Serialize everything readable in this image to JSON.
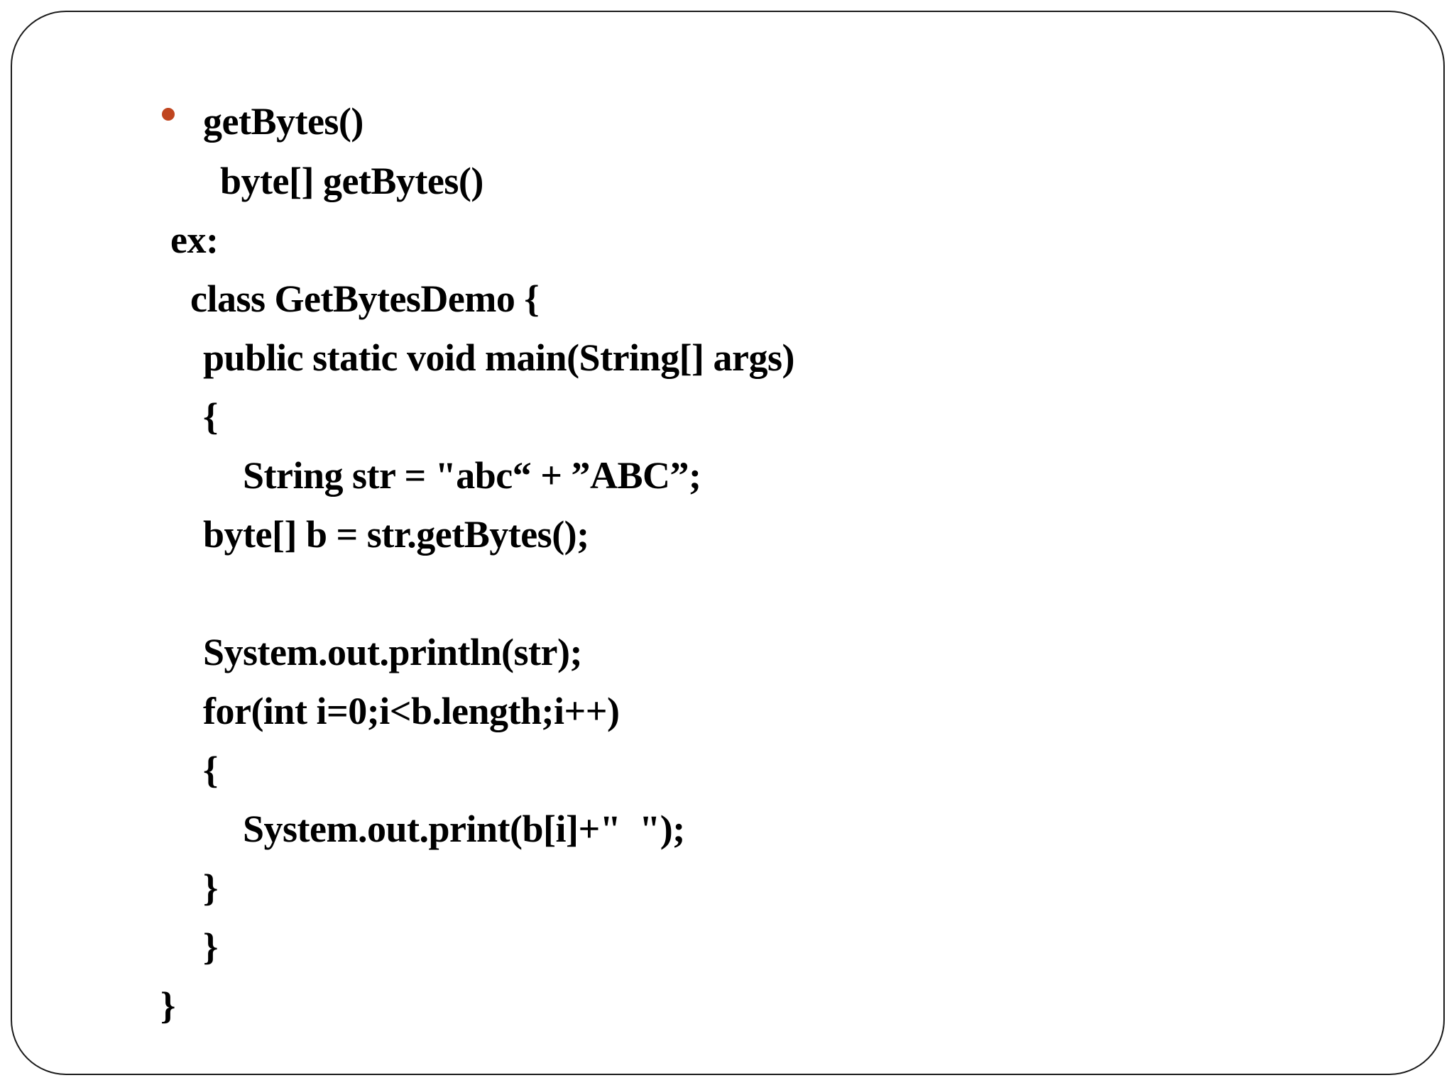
{
  "slide": {
    "bullet_color": "#c0451f",
    "text_color": "#000000",
    "lines": [
      "getBytes()",
      "byte[] getBytes()",
      "ex:",
      "class GetBytesDemo {",
      "public static void main(String[] args)",
      "{",
      "String str = \"abc“ + ”ABC”;",
      "byte[] b = str.getBytes();",
      "System.out.println(str);",
      "for(int i=0;i<b.length;i++)",
      "{",
      "System.out.print(b[i]+\"  \");",
      "}",
      "}",
      "}"
    ]
  }
}
